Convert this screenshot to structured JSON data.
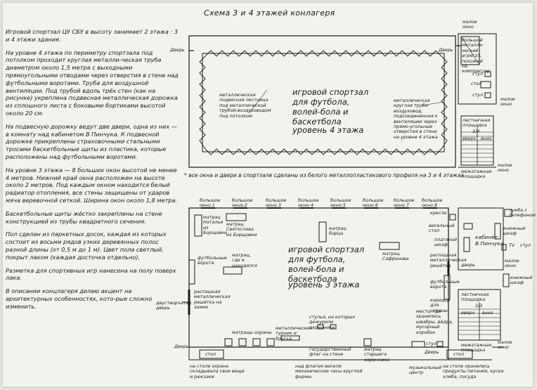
{
  "title": "Схема 3 и 4 этажей конлагеря",
  "notes": {
    "p1": "Игровой спортзал ЦУ СБУ в высоту занимает 2 этажа : 3 и 4 этажи здания.",
    "p2": "На уровне 4 этажа по периметру спортзала под потолком проходит круглая металли-ческая труба диаметром около 1,5 метра с выходными прямоугольными отводами через отверстия в стене над футбольными воротами. Труба для воздушной вентиляции. Под трубой вдоль трёх стен (как на рисунке) укреплена подвесная металлическая дорожка из сплошного листа с боковыми бортиками высотой около 20 см.",
    "p3": "На подвесную дорожку ведут две двери, одна из них — в комнату над кабинетом В Пинчука. К подвесной дорожке прикреплены страховочными стальными тросами баскетбольные щиты из пластика, которые расположены над футбольными воротами.",
    "p4": "На уровне 3 этажа — 8 больших окон высотой не менее 4 метров. Нижний край окна расположен на высоте около 2 метров. Под каждым окном находится белый радиатор отопления, все стены защищены от ударов мяча веревочной сеткой. Ширина окон около 1,8 метра.",
    "p5": "Баскетбольные щиты жёстко закреплены на стене конструкцией из трубы квадратного сечения.",
    "p6": "Пол сделан из паркетных досок, каждая из которых состоит из восьми рядов узких деревянных полос разной длины (от 0,5 м до 1 м). Цвет пола светлый, покрыт лаком (каждая досточка отдельно).",
    "p7": "Разметка для спортивных игр нанесена на полу поверх лака.",
    "p8": "В описании концлагеря делаю акцент на архитектурных особенностях, кото-рые сложно изменить."
  },
  "floor4": {
    "door_left": "Дверь",
    "door_right": "Дверь",
    "ladder": "металлическая подвесная лестница под металлической трубой-воздуховодом под потолком",
    "hall_title": "игровой спортзал для футбола, волей-бола и баскетбола",
    "hall_level": "уровень 4 этажа",
    "pipe_note": "металлическая круглая труба-воздуховод, подсоединенная к вентиляции через прямо-угольные отверстия в стене на уровне 4 этажа",
    "small_window_top": "малое окно",
    "fan": "большой металли-ческий агрегат, похожий на компрессор",
    "chair1": "стул",
    "table": "стол",
    "chair2": "стул",
    "small_window_mid": "малое окно",
    "stairs_platform": "лестничная площадка",
    "stairs_code": "3/4",
    "stair_up": "вверх",
    "stair_down": "вниз",
    "small_window_bottom": "малое окно",
    "landing": "межэтажная площадка"
  },
  "strip_note": "* все окна и двери в спортзале сделаны из белого металлопластикового профиля на 3 и 4 этажах",
  "floor3": {
    "windows": [
      "большое окно 1",
      "большое окно 2",
      "большое окно 3",
      "большое окно 4",
      "большое окно 5",
      "большое окно 6",
      "большое окно 7",
      "большое окно 8"
    ],
    "mat_natalia": "матрац Натальи из Борщовки",
    "mat_svyatoslav": "матрац Святослава из Борщовки",
    "mat_borets": "матрац борца",
    "mat_safronov": "матрац Сафронова",
    "mat_mine": "матрац, где я находился",
    "goal_top": "футбольные ворота",
    "grill_left": "распашная металлическая решётка на замке",
    "double_door": "двустворчатая дверь",
    "hall_title": "игровой спортзал для футбола, волей-бола и баскетбола",
    "hall_level": "уровень 3 этажа",
    "chairs_guard": "стулья, на которых дежурили охранники",
    "mats_guard": "матрацы охраны",
    "bars": "металлический турник и брусья",
    "door_left": "Дверь",
    "table_left": "стол",
    "flag": "государственный флаг на стене",
    "mat_old": "матрац старшего охранника",
    "music": "музыкальный центр",
    "chair": "стул",
    "door_right": "Дверь",
    "table_right": "стол",
    "landing": "межэтажная площадка",
    "small_window_bottom": "малое окно",
    "chair_kreslo": "кресло",
    "tumba": "тумба с телефоном",
    "hanging_cabinet": "висельный стол",
    "clothes_cabinet": "платяной шкаф",
    "cabinet": "кабинет В.Пинчука",
    "book_shelf": "книжный шкаф",
    "tv": "TV",
    "chair_tv": "стул",
    "grill_right": "распашная металлическая решётка",
    "door_cab": "дверь",
    "goal_right": "футбольные ворота",
    "stairs_platform": "лестничная площадка",
    "stairs_code": "2/3",
    "stair_up": "вверх",
    "stair_down": "вниз",
    "corridor": "коридор для охраны",
    "storage": "место, где хранились швабры, вёдра, мусорный коробок",
    "small_window_right": "малое окно",
    "book_shelf2": "книжный шкаф",
    "under_table_left": "на столе охрана складывала свои вещи и рюкзаки",
    "under_flag": "над флагом висели механические часы круглой формы",
    "under_table_right": "на столе хранились продукты питания, куски хлеба, посуда"
  }
}
